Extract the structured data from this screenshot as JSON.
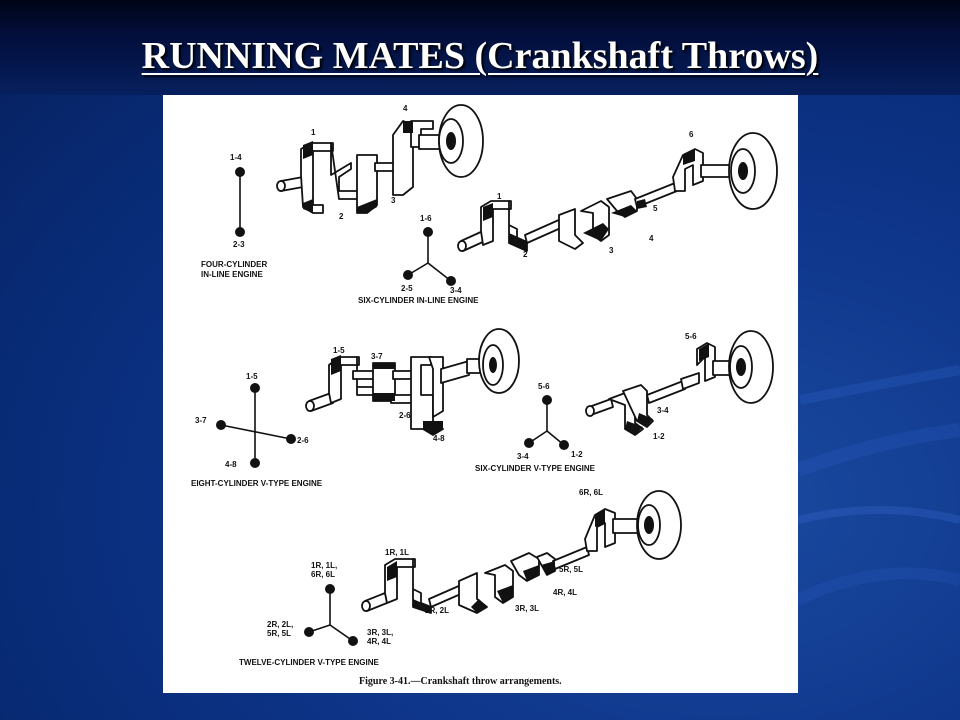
{
  "slide": {
    "title": "RUNNING MATES (Crankshaft Throws)"
  },
  "figure": {
    "caption": "Figure 3-41.—Crankshaft throw arrangements.",
    "four_cyl": {
      "caption_line1": "FOUR-CYLINDER",
      "caption_line2": "IN-LINE ENGINE",
      "vector_labels": [
        "1-4",
        "2-3"
      ],
      "throw_labels": [
        "1",
        "2",
        "3",
        "4"
      ]
    },
    "six_inline": {
      "caption": "SIX-CYLINDER IN-LINE ENGINE",
      "vector_labels": [
        "1-6",
        "2-5",
        "3-4"
      ],
      "throw_labels": [
        "1",
        "2",
        "3",
        "4",
        "5",
        "6"
      ]
    },
    "eight_v": {
      "caption": "EIGHT-CYLINDER V-TYPE ENGINE",
      "vector_labels": [
        "1-5",
        "3-7",
        "2-6",
        "4-8"
      ],
      "throw_labels": [
        "1-5",
        "3-7",
        "2-6",
        "4-8"
      ]
    },
    "six_v": {
      "caption": "SIX-CYLINDER V-TYPE ENGINE",
      "vector_labels": [
        "5-6",
        "3-4",
        "1-2"
      ],
      "throw_labels": [
        "5-6",
        "3-4",
        "1-2"
      ]
    },
    "twelve_v": {
      "caption": "TWELVE-CYLINDER V-TYPE ENGINE",
      "vector_labels": [
        "1R, 1L,",
        "6R, 6L",
        "2R, 2L,",
        "5R, 5L",
        "3R, 3L,",
        "4R, 4L"
      ],
      "throw_labels": [
        "1R, 1L",
        "2R, 2L",
        "3R, 3L",
        "4R, 4L",
        "5R, 5L",
        "6R, 6L"
      ]
    }
  }
}
